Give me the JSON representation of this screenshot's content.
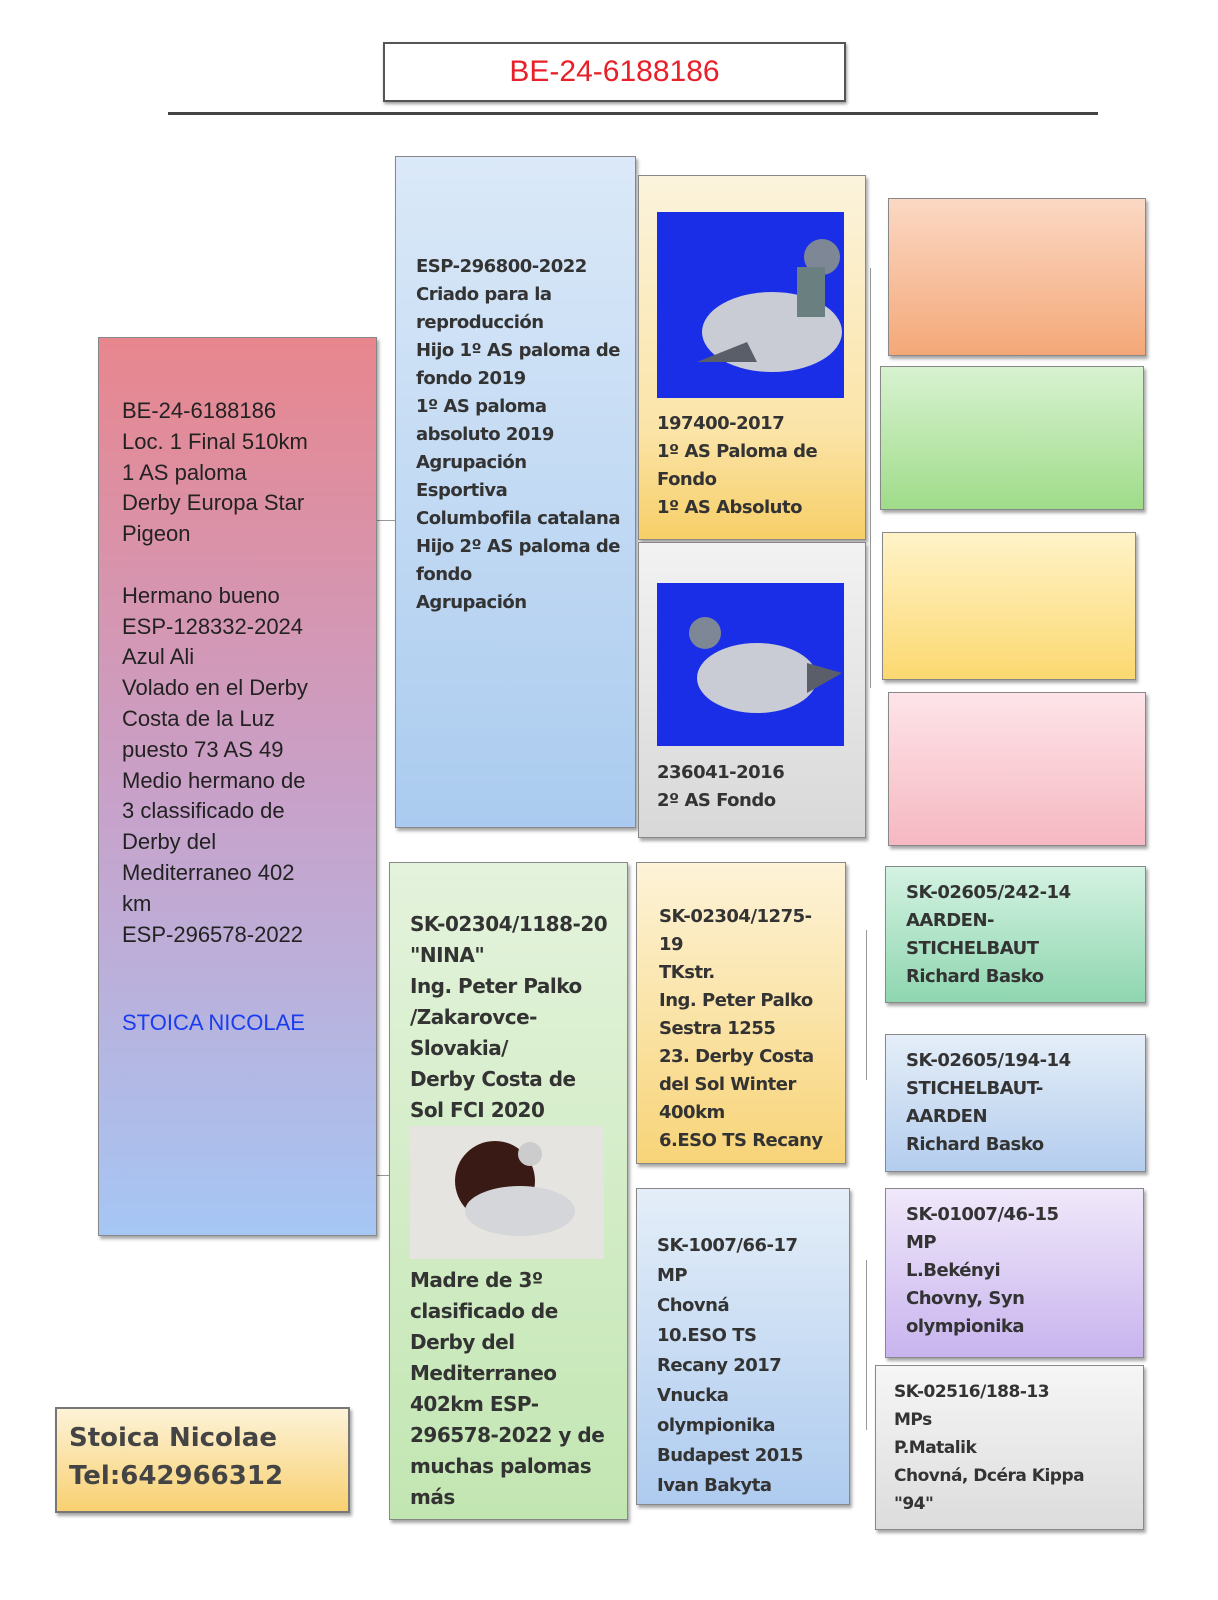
{
  "title": "BE-24-6188186",
  "subject": {
    "text": "BE-24-6188186\nLoc. 1 Final 510km\n1 AS paloma\nDerby Europa Star\nPigeon\n\nHermano bueno\nESP-128332-2024\nAzul Ali\nVolado en el Derby\nCosta de la Luz\npuesto 73 AS 49\nMedio hermano de\n3 classificado de\nDerby del\nMediterraneo 402\nkm\nESP-296578-2022",
    "owner": "STOICA NICOLAE"
  },
  "sire": {
    "text": "ESP-296800-2022\nCriado para la\nreproducción\nHijo 1º AS paloma de\nfondo 2019\n1º AS paloma\nabsoluto 2019\nAgrupación\nEsportiva\nColumbofila catalana\nHijo 2º AS paloma de\nfondo\nAgrupación"
  },
  "sire_sire": {
    "text": "197400-2017\n1º AS Paloma de\nFondo\n1º AS Absoluto"
  },
  "sire_dam": {
    "text": "236041-2016\n2º AS Fondo"
  },
  "dam": {
    "text": "SK-02304/1188-20\n\"NINA\"\nIng. Peter Palko\n/Zakarovce-\nSlovakia/\nDerby Costa de\nSol FCI 2020",
    "text2": "Madre de 3º\nclasificado de\nDerby del\nMediterraneo\n402km ESP-\n296578-2022 y de\nmuchas palomas\nmás"
  },
  "dam_sire": {
    "text": "SK-02304/1275-\n19\nTKstr.\nIng. Peter Palko\nSestra 1255\n23. Derby Costa\ndel Sol Winter\n400km\n6.ESO TS Recany"
  },
  "dam_dam": {
    "text": "SK-1007/66-17\nMP\nChovná\n10.ESO TS\nRecany 2017\nVnucka\nolympionika\nBudapest 2015\nIvan Bakyta"
  },
  "gg": [
    {
      "text": "SK-02605/242-14\nAARDEN-\nSTICHELBAUT\nRichard Basko"
    },
    {
      "text": "SK-02605/194-14\nSTICHELBAUT-\nAARDEN\nRichard Basko"
    },
    {
      "text": "SK-01007/46-15\nMP\nL.Bekényi\nChovny, Syn\nolympionika"
    },
    {
      "text": "SK-02516/188-13\nMPs\nP.Matalik\nChovná, Dcéra Kippa\n\"94\""
    }
  ],
  "contact": {
    "name": "Stoica Nicolae",
    "tel": "Tel:642966312"
  },
  "colors": {
    "title": "#e8202a",
    "owner": "#1a3cf0"
  }
}
